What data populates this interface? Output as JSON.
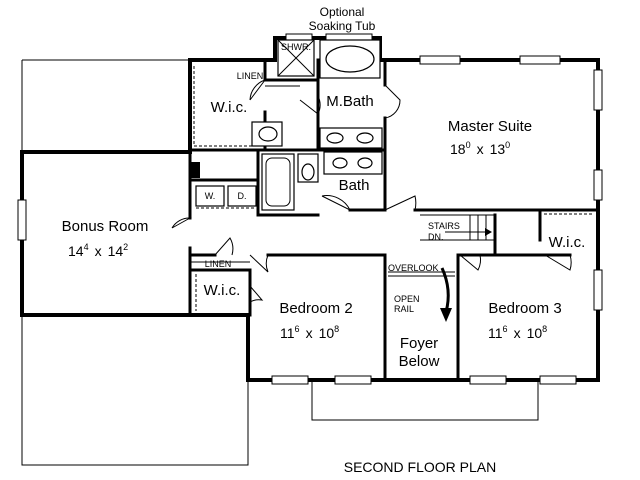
{
  "plan": {
    "title": "SECOND FLOOR PLAN",
    "callout": {
      "line1": "Optional",
      "line2": "Soaking Tub"
    },
    "rooms": {
      "master_suite": {
        "name": "Master Suite",
        "w": "18",
        "ws": "0",
        "d": "13",
        "ds": "0"
      },
      "bonus_room": {
        "name": "Bonus Room",
        "w": "14",
        "ws": "4",
        "d": "14",
        "ds": "2"
      },
      "bedroom2": {
        "name": "Bedroom 2",
        "w": "11",
        "ws": "6",
        "d": "10",
        "ds": "8"
      },
      "bedroom3": {
        "name": "Bedroom 3",
        "w": "11",
        "ws": "6",
        "d": "10",
        "ds": "8"
      },
      "foyer": {
        "line1": "Foyer",
        "line2": "Below"
      },
      "mbath": "M.Bath",
      "bath": "Bath",
      "wic_master": "W.i.c.",
      "wic_bed2": "W.i.c.",
      "wic_bed3": "W.i.c."
    },
    "labels": {
      "shower": "SHWR.",
      "linen_top": "LINEN",
      "linen_hall": "LINEN",
      "washer": "W.",
      "dryer": "D.",
      "stairs_line1": "STAIRS",
      "stairs_line2": "DN.",
      "overlook": "OVERLOOK",
      "open_rail_line1": "OPEN",
      "open_rail_line2": "RAIL",
      "times": "x"
    }
  }
}
